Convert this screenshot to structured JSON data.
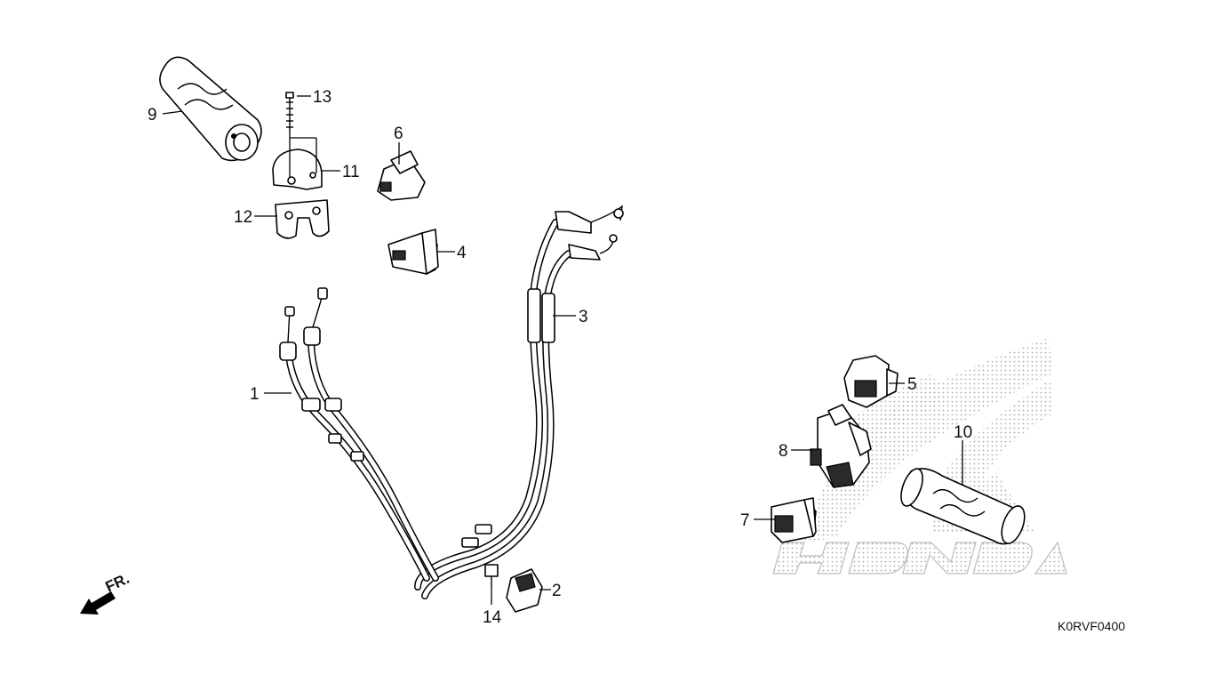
{
  "diagram": {
    "reference_code": "K0RVF0400",
    "direction_label": "FR.",
    "parts": [
      {
        "id": "1",
        "label": "1"
      },
      {
        "id": "2",
        "label": "2"
      },
      {
        "id": "3",
        "label": "3"
      },
      {
        "id": "4",
        "label": "4"
      },
      {
        "id": "5",
        "label": "5"
      },
      {
        "id": "6",
        "label": "6"
      },
      {
        "id": "7",
        "label": "7"
      },
      {
        "id": "8",
        "label": "8"
      },
      {
        "id": "9",
        "label": "9"
      },
      {
        "id": "10",
        "label": "10"
      },
      {
        "id": "11",
        "label": "11"
      },
      {
        "id": "12",
        "label": "12"
      },
      {
        "id": "13",
        "label": "13"
      },
      {
        "id": "14",
        "label": "14"
      }
    ],
    "colors": {
      "line": "#000000",
      "background": "#ffffff",
      "watermark": "#b8b8b8"
    }
  }
}
